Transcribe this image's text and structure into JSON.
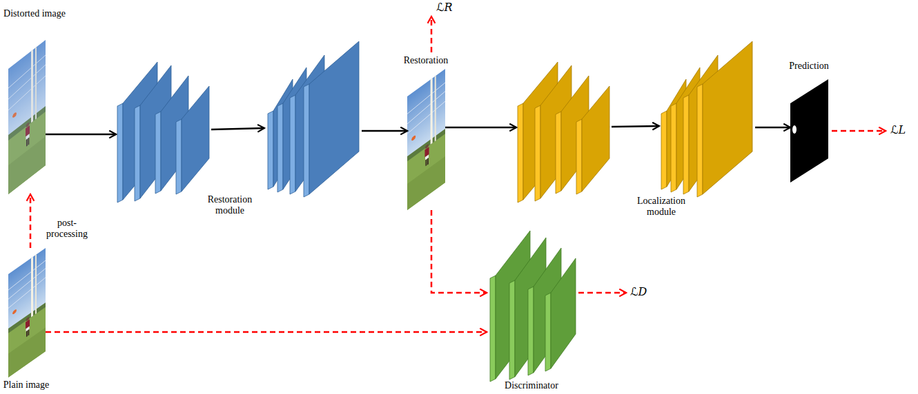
{
  "diagram": {
    "nodes": [
      {
        "text": [
          "Distorted image"
        ]
      },
      {
        "text": [
          "Restoration module"
        ]
      },
      {
        "text": [
          "Restoration"
        ]
      },
      {
        "text": [
          "Localization module"
        ]
      },
      {
        "text": [
          "Prediction"
        ]
      },
      {
        "text": [
          "Plain image"
        ]
      },
      {
        "text": [
          "Discriminator"
        ]
      }
    ],
    "edges": [
      {
        "from": 0,
        "to": 1,
        "arrow": "to"
      },
      {
        "from": 1,
        "to": 2,
        "arrow": "to"
      },
      {
        "from": 2,
        "to": 3,
        "arrow": "to"
      },
      {
        "from": 3,
        "to": 4,
        "arrow": "to"
      },
      {
        "from": 5,
        "to": 0,
        "label": "post- processing",
        "arrow": "to"
      },
      {
        "from": 5,
        "to": 6,
        "arrow": "to"
      },
      {
        "from": 2,
        "to": 6,
        "arrow": "to"
      }
    ],
    "labels": [
      "ℒR",
      "ℒL",
      "ℒD"
    ]
  }
}
